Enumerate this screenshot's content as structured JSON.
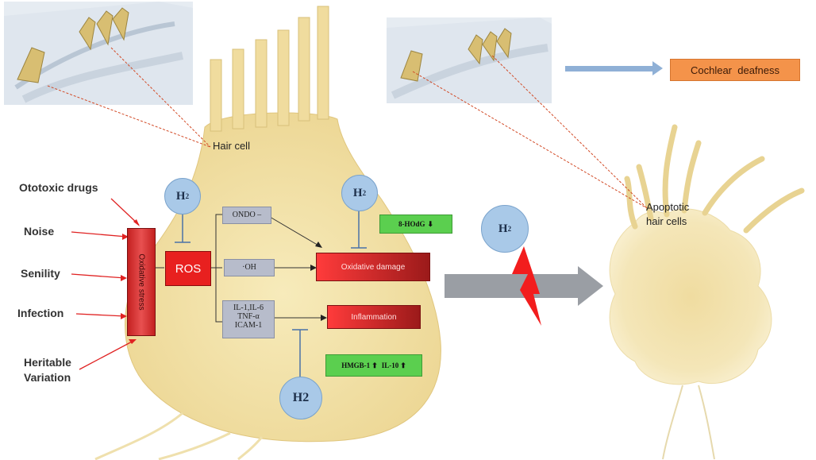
{
  "labels": {
    "hair_cell": "Hair cell",
    "apoptotic_line1": "Apoptotic",
    "apoptotic_line2": "hair cells",
    "cochlear_deafness": "Cochlear  deafness",
    "oxidative_stress": "Oxidative stress",
    "ros": "ROS",
    "ondo": "ONDO –",
    "oh": "·OH",
    "cytokines": [
      "IL-1,IL-6",
      "TNF-α",
      "ICAM-1"
    ],
    "oxidative_damage": "Oxidative damage",
    "inflammation": "Inflammation",
    "ohdg": "8-HOdG",
    "hmgb": "HMGB-1",
    "il10": "IL-10",
    "h2_base": "H",
    "h2_sub": "2",
    "h2_plain": "H2"
  },
  "causes": [
    "Ototoxic drugs",
    "Noise",
    "Senility",
    "Infection",
    "Heritable",
    "Variation"
  ],
  "colors": {
    "cell_fill": "#f3e2a4",
    "h2_fill": "#a9c9e8",
    "deafness_fill": "#f4934a",
    "red": "#e8201f",
    "green": "#5bcf4f",
    "grey_arrow": "#9a9ea4"
  }
}
